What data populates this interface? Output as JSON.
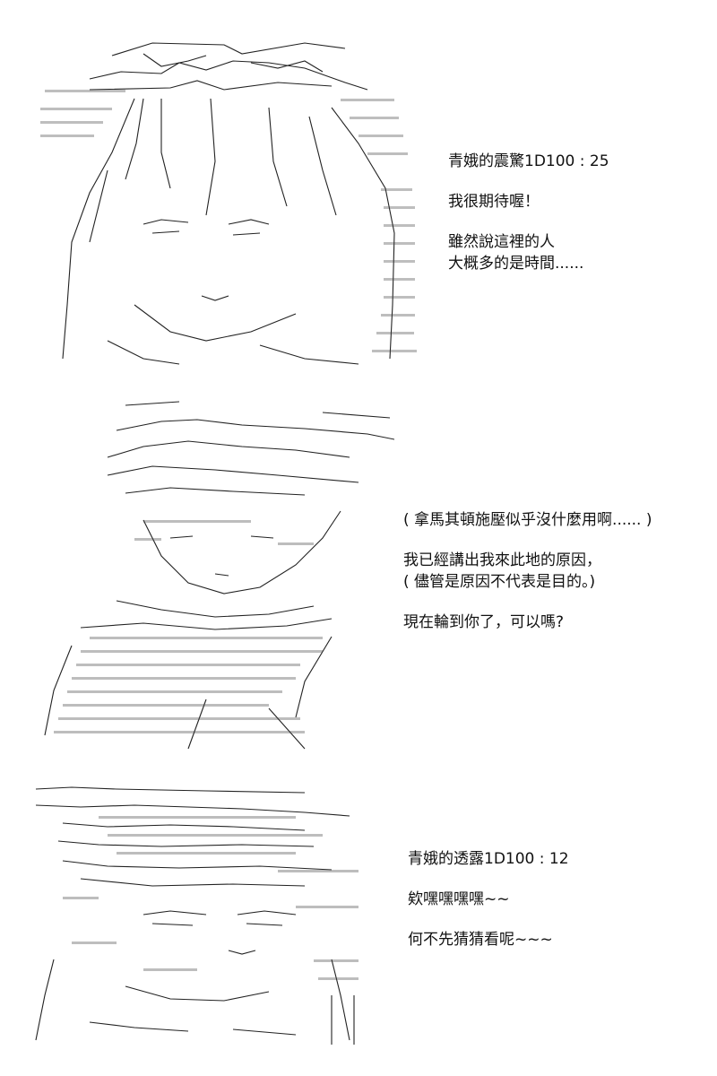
{
  "panels": [
    {
      "lines": [
        "青娥的震驚1D100 : 25",
        "",
        "我很期待喔！",
        "",
        "雖然說這裡的人",
        "大概多的是時間......"
      ]
    },
    {
      "lines": [
        "( 拿馬其頓施壓似乎沒什麼用啊...... )",
        "",
        "我已經講出我來此地的原因，",
        "( 儘管是原因不代表是目的。)",
        "",
        "現在輪到你了，可以嗎?"
      ]
    },
    {
      "lines": [
        "青娥的透露1D100 : 12",
        "",
        "欸嘿嘿嘿嘿~~",
        "",
        "何不先猜猜看呢~~~"
      ]
    }
  ]
}
